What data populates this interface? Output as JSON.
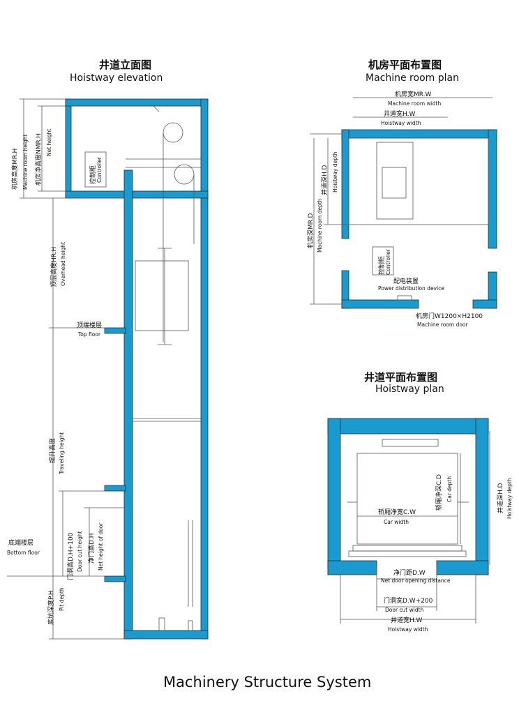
{
  "colors": {
    "wall": "#199bd0",
    "line": "#555555",
    "wall_stroke": "#2a2a2a"
  },
  "elevation": {
    "title_cn": "井道立面图",
    "title_en": "Hoistway elevation",
    "controller_cn": "控制柜",
    "controller_en": "Controller",
    "mrh_cn": "机房高度MR.H",
    "mrh_en": "Machine room height",
    "nmrh_cn": "机房净高度NMR.H",
    "nmrh_en": "Net height",
    "hrh_cn": "顶层高度HR.H",
    "hrh_en": "Overhead height",
    "top_floor_cn": "顶端楼层",
    "top_floor_en": "Top floor",
    "travel_cn": "提升高度",
    "travel_en": "Traveling height",
    "bottom_floor_cn": "底端楼层",
    "bottom_floor_en": "Bottom floor",
    "door_cut_cn": "门洞高D.H+100",
    "door_cut_en": "Door cut height",
    "net_door_cn": "净门高D.H",
    "net_door_en": "Net height of door",
    "pit_cn": "底坑深度P.H",
    "pit_en": "Pit depth"
  },
  "machine_room": {
    "title_cn": "机房平面布置图",
    "title_en": "Machine room plan",
    "mrw_cn": "机房宽MR.W",
    "mrw_en": "Machine room width",
    "hw_cn": "井道宽H.W",
    "hw_en": "Hoistway width",
    "hd_cn": "井道深H.D",
    "hd_en": "Hoistway depth",
    "mrd_cn": "机房深MR.D",
    "mrd_en": "Machine room depth",
    "controller_cn": "控制柜",
    "controller_en": "Controller",
    "power_cn": "配电装置",
    "power_en": "Power distribution device",
    "door_cn": "机房门W1200×H2100",
    "door_en": "Machine room door"
  },
  "hoistway_plan": {
    "title_cn": "井道平面布置图",
    "title_en": "Hoistway plan",
    "cd_cn": "轿厢净深C.D",
    "cd_en": "Car depth",
    "cw_cn": "轿厢净宽C.W",
    "cw_en": "Car width",
    "hd_cn": "井道深H.D",
    "hd_en": "Hoistway depth",
    "dw_cn": "净门距D.W",
    "dw_en": "Net door opening distance",
    "dcw_cn": "门洞宽D.W+200",
    "dcw_en": "Door cut width",
    "hw_cn": "井道宽H.W",
    "hw_en": "Hoistway width"
  },
  "caption": "Machinery Structure System"
}
